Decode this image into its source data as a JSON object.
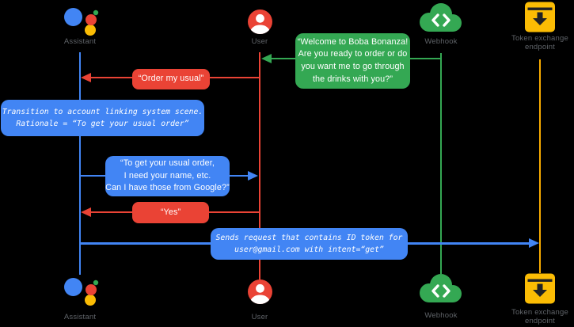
{
  "diagram": {
    "title_hint": "Assistant account linking sequence diagram",
    "actors": {
      "assistant": "Assistant",
      "user": "User",
      "webhook": "Webhook",
      "token_endpoint": "Token exchange\nendpoint"
    },
    "messages": {
      "welcome": "“Welcome to Boba Bonanza!\nAre you ready to order or do\nyou want me to go through\nthe drinks with you?”",
      "order_my_usual": "“Order my usual”",
      "transition_note": "Transition to account linking system scene.\nRationale = “To get your usual order”",
      "need_name": "“To get your usual order,\nI need your name, etc.\nCan I have those from Google?”",
      "yes": "“Yes”",
      "sends_request": "Sends request that contains ID token for\nuser@gmail.com with intent=“get”"
    },
    "flows": [
      {
        "from": "webhook",
        "to": "user",
        "label": "welcome",
        "color": "#34A853"
      },
      {
        "from": "user",
        "to": "assistant",
        "label": "order_my_usual",
        "color": "#EA4335"
      },
      {
        "from": "assistant",
        "to": "assistant",
        "label": "transition_note",
        "color": "#4285F4"
      },
      {
        "from": "assistant",
        "to": "user",
        "label": "need_name",
        "color": "#4285F4"
      },
      {
        "from": "user",
        "to": "assistant",
        "label": "yes",
        "color": "#EA4335"
      },
      {
        "from": "assistant",
        "to": "token_endpoint",
        "label": "sends_request",
        "color": "#4285F4"
      }
    ],
    "colors": {
      "assistant_blue": "#4285F4",
      "user_red": "#EA4335",
      "webhook_green": "#34A853",
      "token_amber": "#F9AB00",
      "token_icon_amber": "#FBBC04",
      "label_gray": "#5F6368",
      "background": "#000000"
    }
  }
}
